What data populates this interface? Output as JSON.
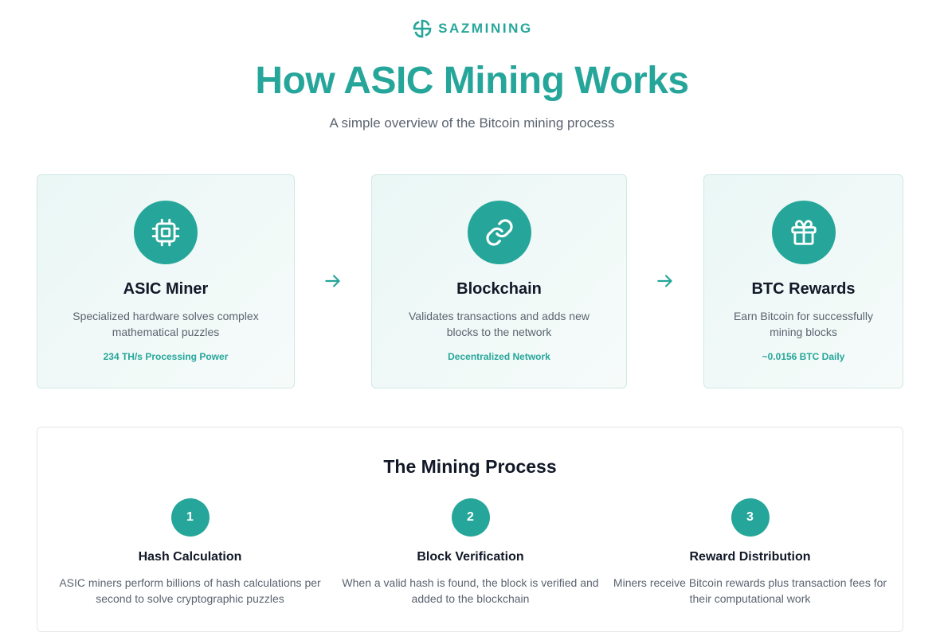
{
  "brand": {
    "name": "SAZMINING",
    "logo_icon": "sazmining-logo-icon",
    "accent": "#26a69a"
  },
  "hero": {
    "title": "How ASIC Mining Works",
    "subtitle": "A simple overview of the Bitcoin mining process"
  },
  "cards": [
    {
      "icon": "cpu-chip-icon",
      "title": "ASIC Miner",
      "description": "Specialized hardware solves complex mathematical puzzles",
      "stat": "234 TH/s Processing Power"
    },
    {
      "icon": "link-icon",
      "title": "Blockchain",
      "description": "Validates transactions and adds new blocks to the network",
      "stat": "Decentralized Network"
    },
    {
      "icon": "gift-icon",
      "title": "BTC Rewards",
      "description": "Earn Bitcoin for successfully mining blocks",
      "stat": "~0.0156 BTC Daily"
    }
  ],
  "process": {
    "title": "The Mining Process",
    "steps": [
      {
        "number": "1",
        "title": "Hash Calculation",
        "description": "ASIC miners perform billions of hash calculations per second to solve cryptographic puzzles"
      },
      {
        "number": "2",
        "title": "Block Verification",
        "description": "When a valid hash is found, the block is verified and added to the blockchain"
      },
      {
        "number": "3",
        "title": "Reward Distribution",
        "description": "Miners receive Bitcoin rewards plus transaction fees for their computational work"
      }
    ]
  }
}
